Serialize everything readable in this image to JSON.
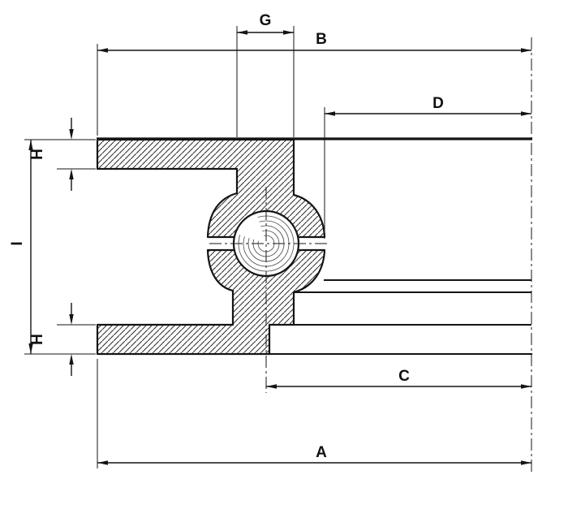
{
  "drawing": {
    "labels": {
      "G": "G",
      "B": "B",
      "D": "D",
      "H_top": "H",
      "I": "I",
      "H_bottom": "H",
      "C": "C",
      "A": "A"
    },
    "colors": {
      "line": "#141414",
      "hatch": "#333333",
      "background": "#ffffff"
    }
  }
}
